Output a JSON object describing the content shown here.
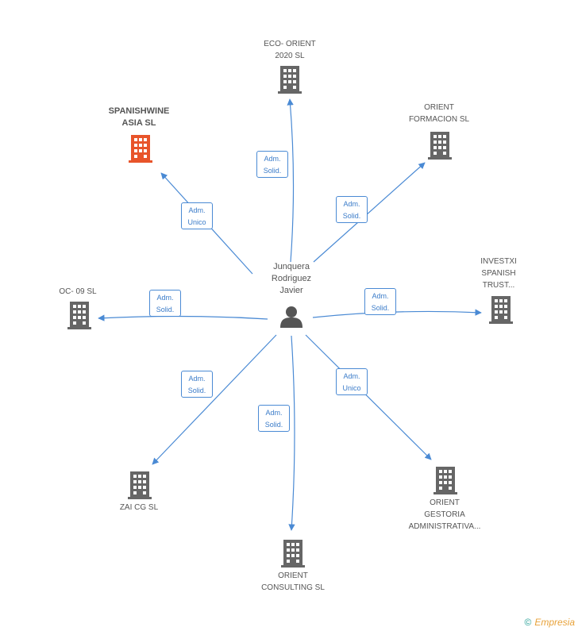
{
  "center": {
    "label": "Junquera\nRodriguez\nJavier",
    "icon": "person-icon"
  },
  "colors": {
    "edge": "#4a8ad4",
    "building": "#666666",
    "highlight": "#e8542a"
  },
  "nodes": [
    {
      "id": "spanishwine",
      "label": "SPANISHWINE\nASIA SL",
      "highlight": true,
      "relation": [
        "Adm.",
        "Unico"
      ]
    },
    {
      "id": "eco-orient",
      "label": "ECO- ORIENT\n2020  SL",
      "highlight": false,
      "relation": [
        "Adm.",
        "Solid."
      ]
    },
    {
      "id": "orient-formacion",
      "label": "ORIENT\nFORMACION SL",
      "highlight": false,
      "relation": [
        "Adm.",
        "Solid."
      ]
    },
    {
      "id": "investxi",
      "label": "INVESTXI\nSPANISH\nTRUST...",
      "highlight": false,
      "relation": [
        "Adm.",
        "Solid."
      ]
    },
    {
      "id": "orient-gestoria",
      "label": "ORIENT\nGESTORIA\nADMINISTRATIVA...",
      "highlight": false,
      "relation": [
        "Adm.",
        "Unico"
      ]
    },
    {
      "id": "orient-consulting",
      "label": "ORIENT\nCONSULTING SL",
      "highlight": false,
      "relation": [
        "Adm.",
        "Solid."
      ]
    },
    {
      "id": "zaicg",
      "label": "ZAI CG  SL",
      "highlight": false,
      "relation": [
        "Adm.",
        "Solid."
      ]
    },
    {
      "id": "oc09",
      "label": "OC- 09 SL",
      "highlight": false,
      "relation": [
        "Adm.",
        "Solid."
      ]
    }
  ],
  "footer": {
    "copyright": "©",
    "brand": "Empresia"
  }
}
